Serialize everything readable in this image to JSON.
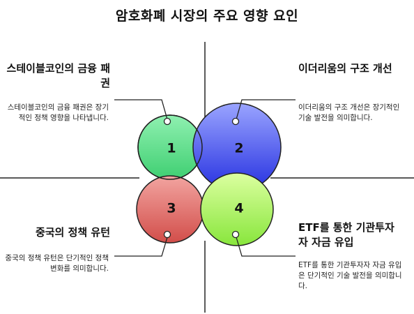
{
  "title": "암호화폐 시장의 주요 영향 요인",
  "factors": [
    {
      "number": "1",
      "heading": "스테이블코인의 금융 패권",
      "description": "스테이블코인의 금융 패권은 장기적인 정책 영향을 나타냅니다.",
      "color": "#5edb8a"
    },
    {
      "number": "2",
      "heading": "이더리움의 구조 개선",
      "description": "이더리움의 구조 개선은 장기적인 기술 발전을 의미합니다.",
      "color": "#4f5cf0"
    },
    {
      "number": "3",
      "heading": "중국의 정책 유턴",
      "description": "중국의 정책 유턴은 단기적인 정책 변화를 의미합니다.",
      "color": "#e0706c"
    },
    {
      "number": "4",
      "heading": "ETF를 통한 기관투자자 자금 유입",
      "description": "ETF를 통한 기관투자자 자금 유입은 단기적인 기술 발전을 의미합니다.",
      "color": "#a8f060"
    }
  ]
}
